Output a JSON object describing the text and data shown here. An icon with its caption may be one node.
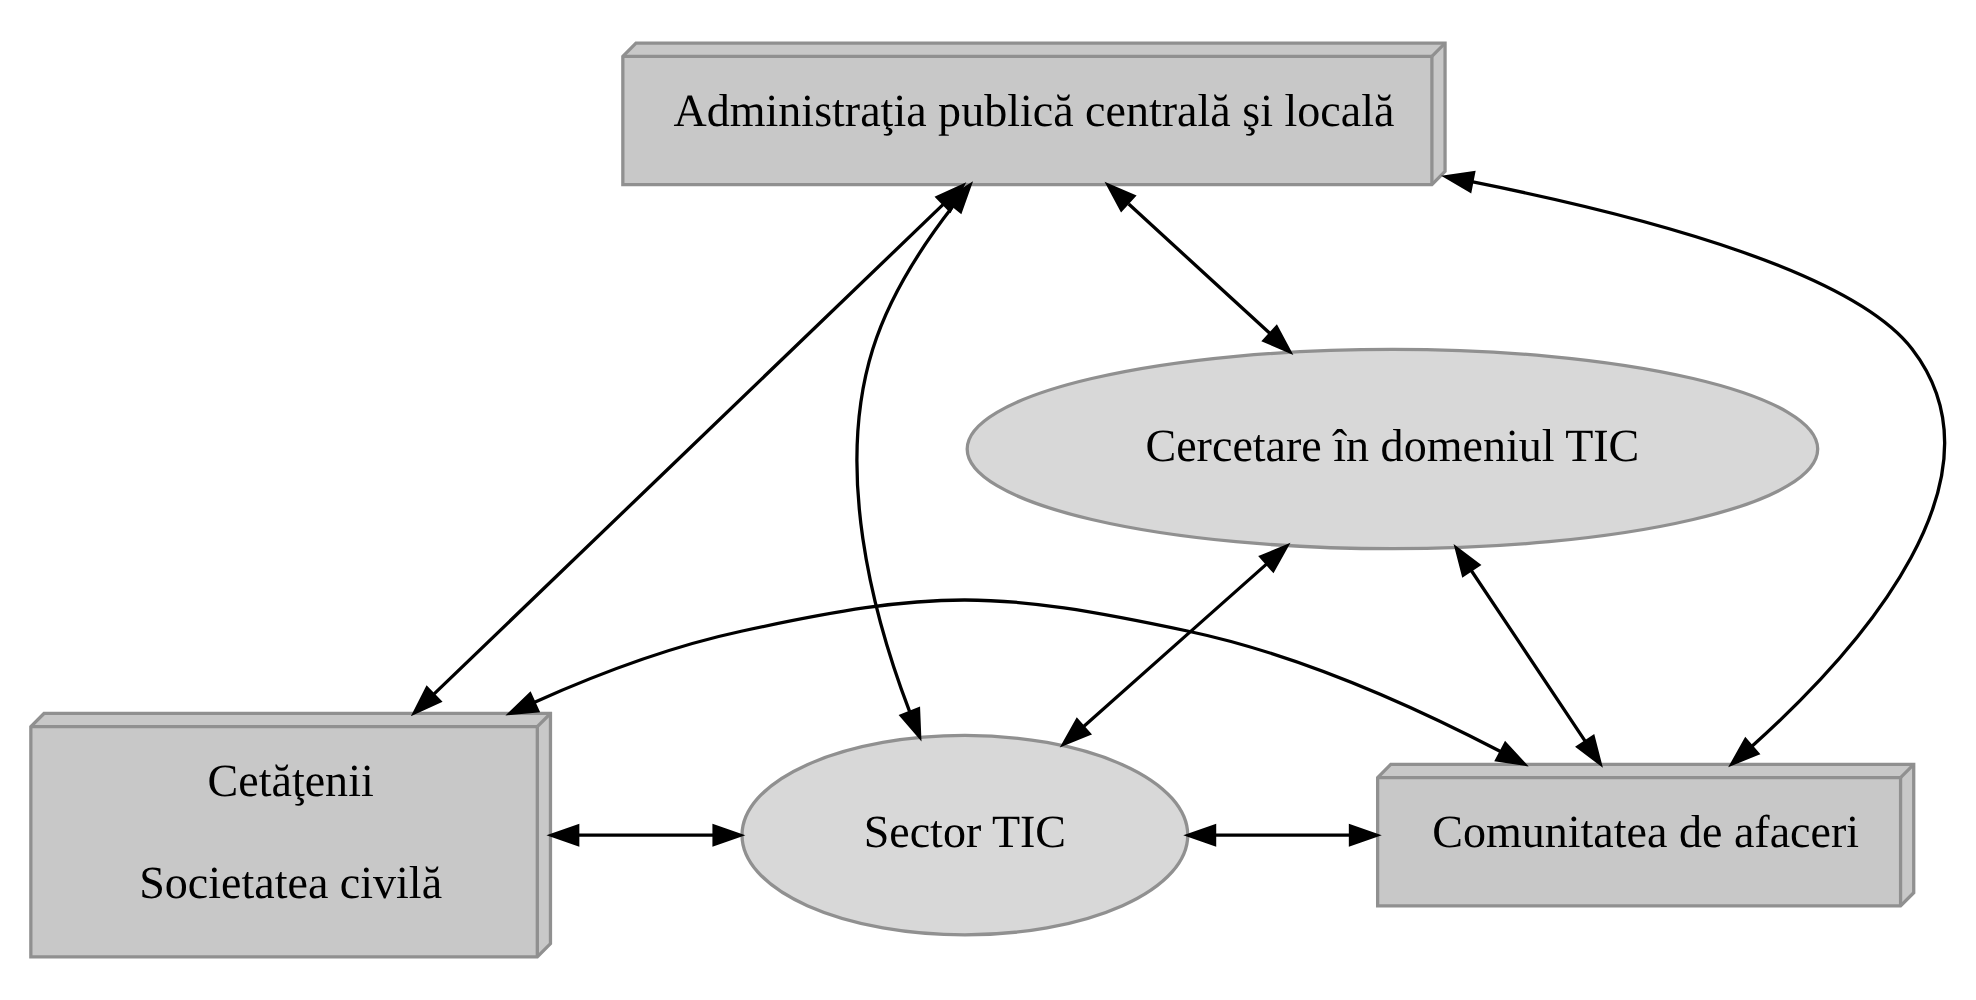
{
  "diagram": {
    "nodes": [
      {
        "text": [
          "Administraţia publică centrală şi locală"
        ]
      },
      {
        "text": [
          "Cercetare în domeniul TIC"
        ]
      },
      {
        "text": [
          "Cetăţenii",
          "Societatea civilă"
        ]
      },
      {
        "text": [
          "Sector TIC"
        ]
      },
      {
        "text": [
          "Comunitatea de afaceri"
        ]
      }
    ],
    "edges": [
      {
        "from": 0,
        "to": 2,
        "arrow": "both"
      },
      {
        "from": 0,
        "to": 3,
        "arrow": "both"
      },
      {
        "from": 0,
        "to": 1,
        "arrow": "both"
      },
      {
        "from": 0,
        "to": 4,
        "arrow": "both"
      },
      {
        "from": 1,
        "to": 3,
        "arrow": "both"
      },
      {
        "from": 1,
        "to": 4,
        "arrow": "both"
      },
      {
        "from": 2,
        "to": 3,
        "arrow": "both"
      },
      {
        "from": 3,
        "to": 4,
        "arrow": "both"
      },
      {
        "from": 2,
        "to": 4,
        "arrow": "both"
      }
    ]
  }
}
